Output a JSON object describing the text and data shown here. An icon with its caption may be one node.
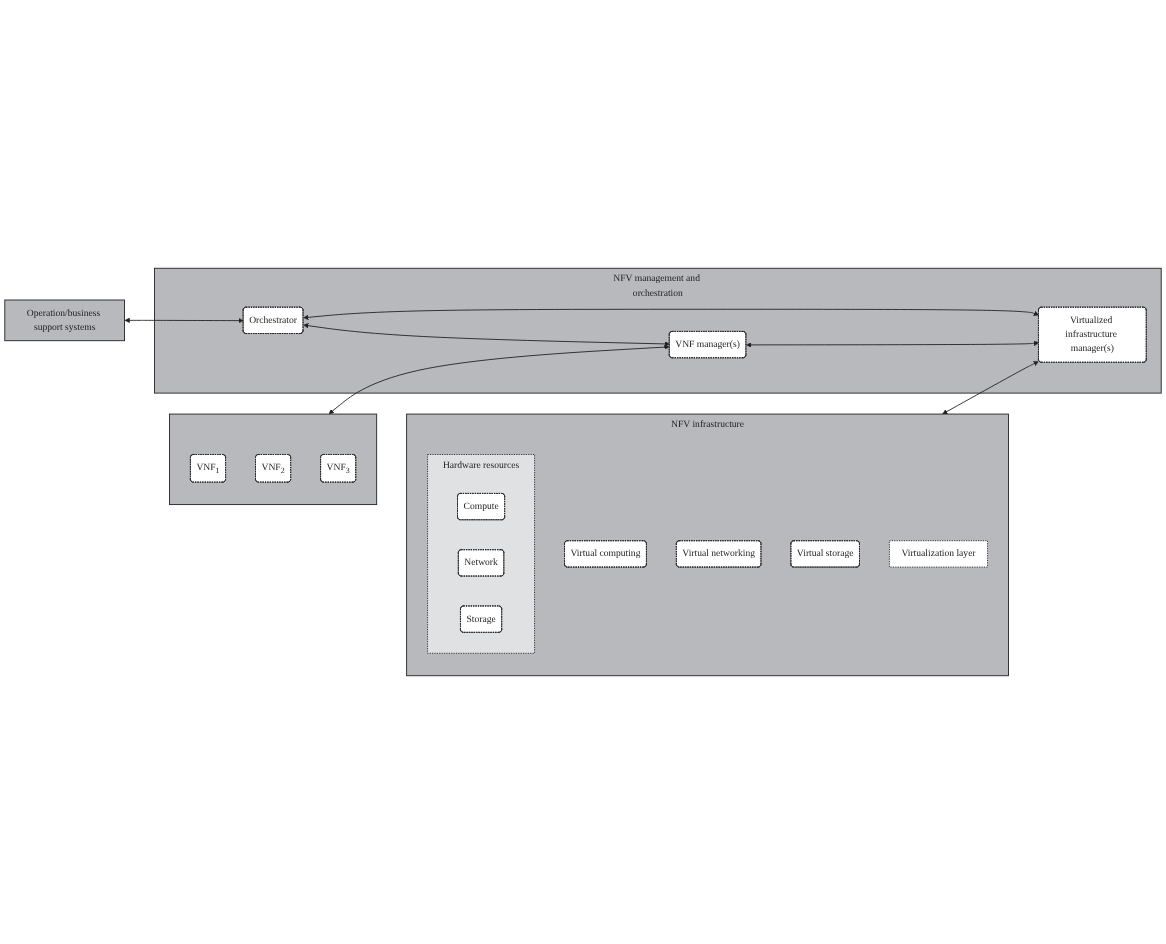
{
  "diagram": {
    "nodes": [
      {
        "text": [
          "Operation/business support systems"
        ]
      },
      {
        "text": [],
        "shape": "box"
      },
      {
        "text": [
          "VNF$_{1}$"
        ],
        "in": 1
      },
      {
        "text": [
          "VNF$_{2}$"
        ],
        "in": 1
      },
      {
        "text": [
          "VNF$_{3}$"
        ],
        "in": 1
      },
      {
        "text": [
          "NFV infrastructure"
        ]
      },
      {
        "text": [
          "Virtual computing"
        ],
        "in": 5
      },
      {
        "text": [
          "Virtual networking"
        ],
        "in": 5
      },
      {
        "text": [
          "Virtual storage"
        ],
        "in": 5
      },
      {
        "text": [
          "Virtualization layer"
        ],
        "in": 5
      },
      {
        "text": [
          "Hardware resources"
        ],
        "in": 5
      },
      {
        "text": [
          "Compute"
        ],
        "in": 10
      },
      {
        "text": [
          "Network"
        ],
        "in": 10
      },
      {
        "text": [
          "Storage"
        ],
        "in": 10
      },
      {
        "text": [
          "NFV management and orchestration"
        ]
      },
      {
        "text": [
          "Orchestrator"
        ],
        "in": 14
      },
      {
        "text": [
          "VNF manager(s)"
        ],
        "in": 14
      },
      {
        "text": [
          "Virtualized infrastructure manager(s)"
        ],
        "in": 14
      }
    ],
    "edges": [
      {
        "from": 0,
        "to": 15,
        "arrow": "both"
      },
      {
        "from": 15,
        "to": 16,
        "arrow": "both"
      },
      {
        "from": 1,
        "to": 16,
        "arrow": "both"
      },
      {
        "from": 16,
        "to": 17,
        "arrow": "both"
      },
      {
        "from": 15,
        "to": 17,
        "arrow": "both"
      },
      {
        "from": 5,
        "to": 17,
        "arrow": "both"
      }
    ]
  }
}
